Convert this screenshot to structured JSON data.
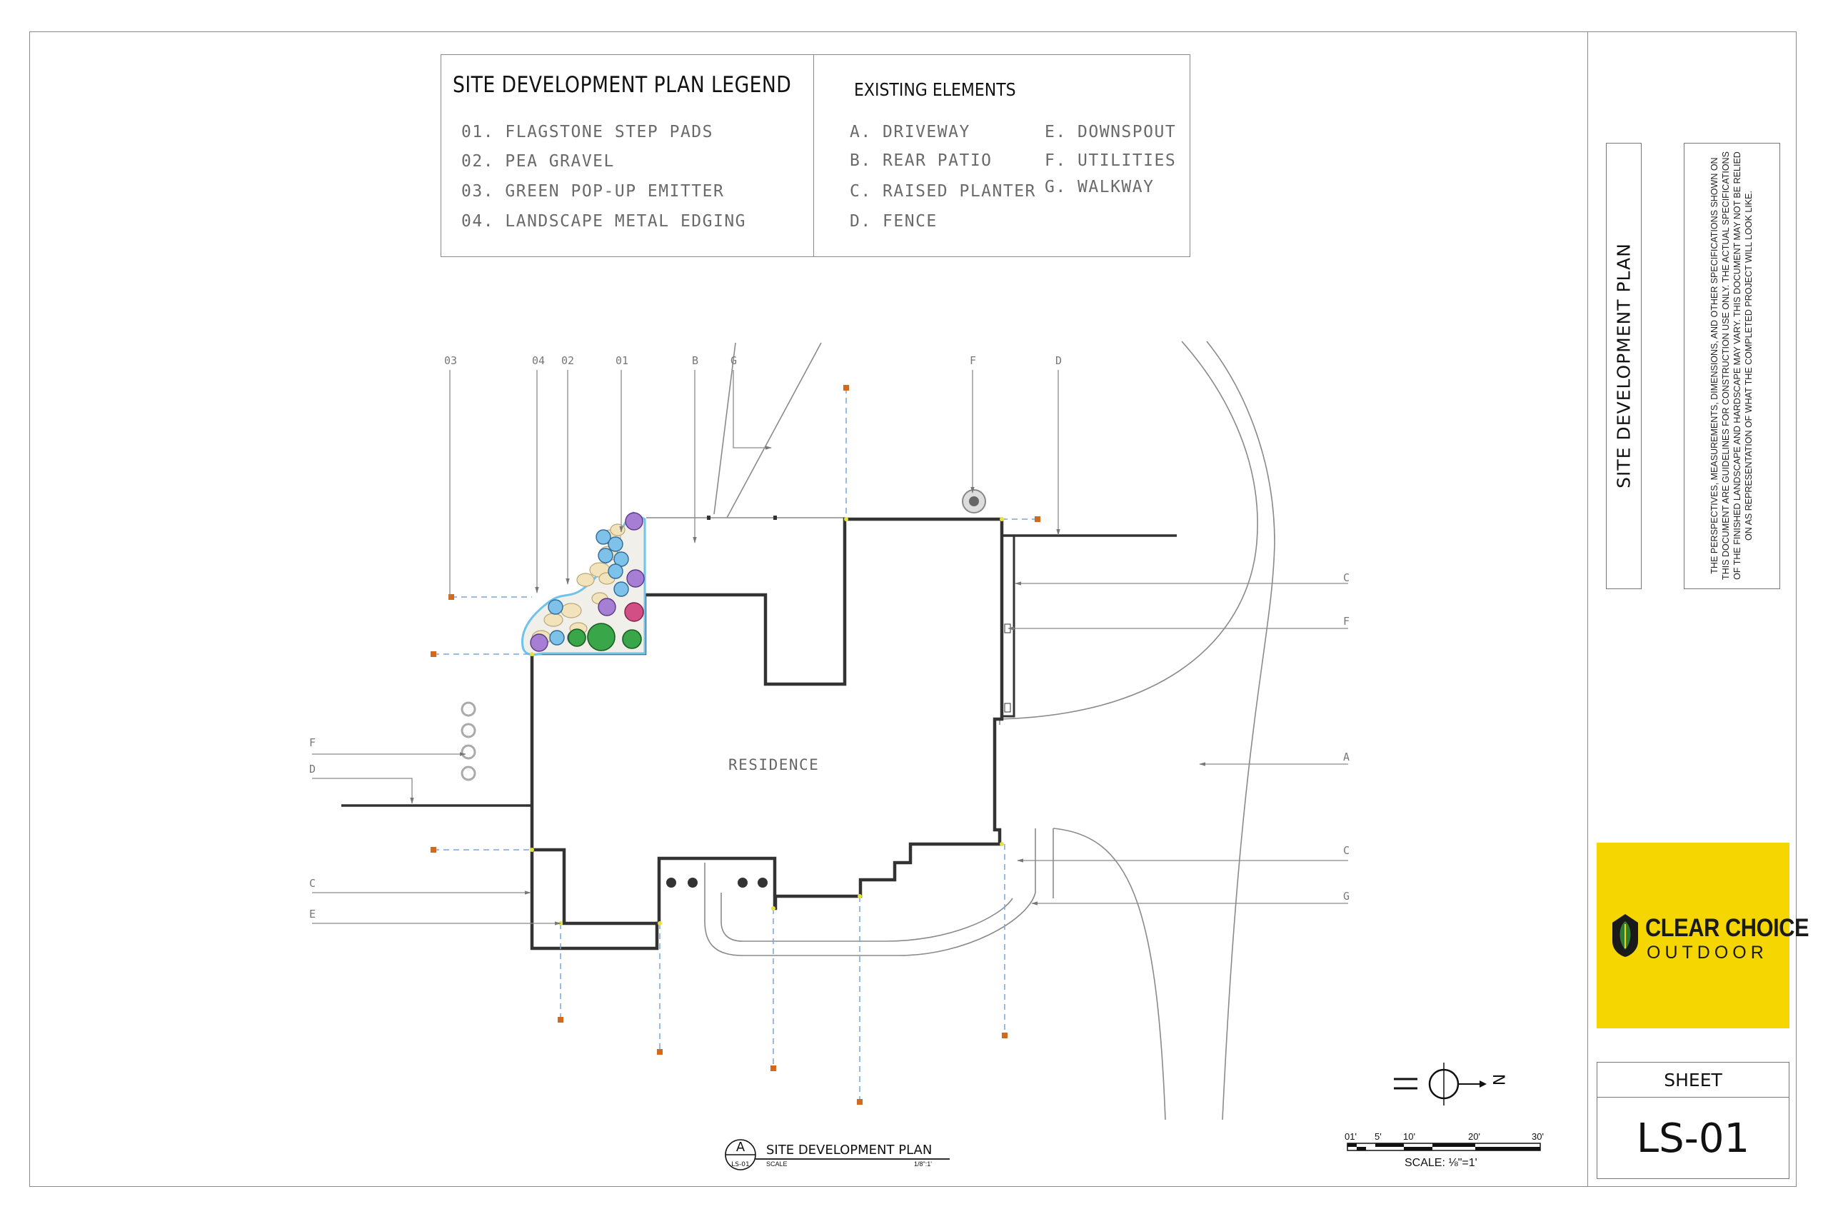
{
  "legend": {
    "title": "SITE DEVELOPMENT PLAN LEGEND",
    "items": [
      "01. FLAGSTONE STEP PADS",
      "02. PEA GRAVEL",
      "03. GREEN POP-UP EMITTER",
      "04. LANDSCAPE METAL EDGING"
    ],
    "existing_title": "EXISTING ELEMENTS",
    "existing_col1": [
      "A. DRIVEWAY",
      "B. REAR PATIO",
      "C. RAISED PLANTER",
      "D. FENCE"
    ],
    "existing_col2": [
      "E. DOWNSPOUT",
      "F. UTILITIES",
      "G. WALKWAY"
    ]
  },
  "callouts": {
    "c03": "03",
    "c04": "04",
    "c02": "02",
    "c01": "01",
    "cB": "B",
    "cG": "G",
    "cF": "F",
    "cD": "D",
    "rC1": "C",
    "rF": "F",
    "rA": "A",
    "rC2": "C",
    "rG": "G",
    "lF": "F",
    "lD": "D",
    "lC": "C",
    "lE": "E"
  },
  "plan": {
    "residence_label": "RESIDENCE"
  },
  "drawing_title": {
    "marker": "A",
    "sheet_ref": "LS-01",
    "title": "SITE DEVELOPMENT PLAN",
    "scale_label": "SCALE",
    "scale_value": "1/8\":1'"
  },
  "scale_bar": {
    "ticks": [
      "01'",
      "5'",
      "10'",
      "20'",
      "30'"
    ],
    "label": "SCALE: ⅛\"=1'"
  },
  "north_arrow": {
    "label": "N"
  },
  "sidebar": {
    "vertical_title": "SITE DEVELOPMENT PLAN",
    "disclaimer": "THE PERSPECTIVES, MEASUREMENTS, DIMENSIONS, AND OTHER SPECIFICATIONS SHOWN ON THIS DOCUMENT ARE GUIDELINES FOR CONSTRUCTION USE ONLY. THE ACTUAL SPECIFICATIONS OF THE FINISHED LANDSCAPE AND HARDSCAPE MAY VARY. THIS DOCUMENT MAY NOT BE RELIED ON AS REPRESENTATION OF WHAT THE COMPLETED PROJECT WILL LOOK LIKE.",
    "logo_main": "CLEAR CHOICE",
    "logo_sub": "OUTDOOR",
    "sheet_label": "SHEET",
    "sheet_number": "LS-01"
  },
  "colors": {
    "wall": "#333333",
    "leader": "#7aa6d9",
    "marker": "#d2691e",
    "accent": "#f6d600",
    "bed_edge": "#6fc3e8"
  }
}
